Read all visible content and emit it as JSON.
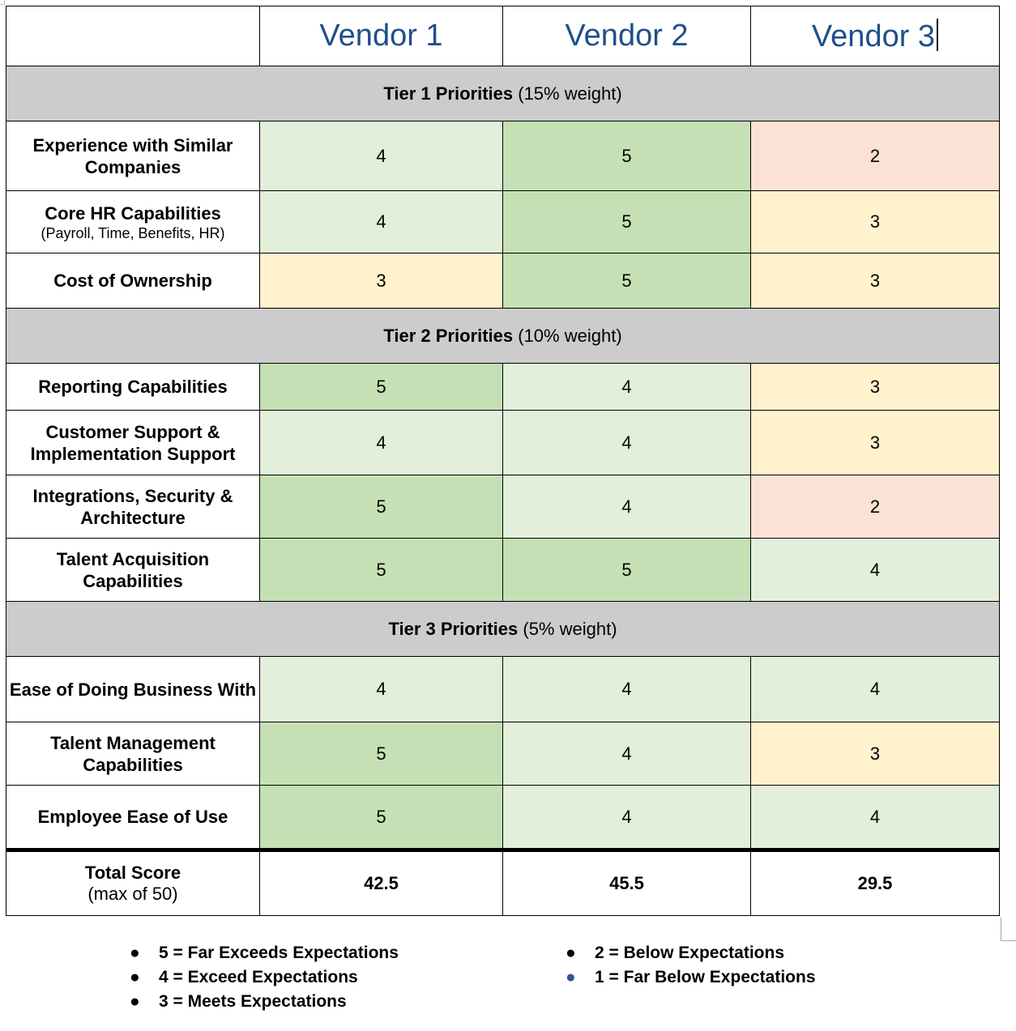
{
  "header": {
    "vendors": [
      "Vendor 1",
      "Vendor 2",
      "Vendor 3"
    ]
  },
  "tiers": [
    {
      "title": "Tier 1 Priorities",
      "weight": "(15% weight)",
      "rows": [
        {
          "label": "Experience with Similar Companies",
          "sub": "",
          "scores": [
            "4",
            "5",
            "2"
          ]
        },
        {
          "label": "Core HR Capabilities",
          "sub": "(Payroll, Time, Benefits, HR)",
          "scores": [
            "4",
            "5",
            "3"
          ]
        },
        {
          "label": "Cost of Ownership",
          "sub": "",
          "scores": [
            "3",
            "5",
            "3"
          ]
        }
      ]
    },
    {
      "title": "Tier 2 Priorities",
      "weight": "(10% weight)",
      "rows": [
        {
          "label": "Reporting Capabilities",
          "sub": "",
          "scores": [
            "5",
            "4",
            "3"
          ]
        },
        {
          "label": "Customer Support & Implementation Support",
          "sub": "",
          "scores": [
            "4",
            "4",
            "3"
          ]
        },
        {
          "label": "Integrations, Security & Architecture",
          "sub": "",
          "scores": [
            "5",
            "4",
            "2"
          ]
        },
        {
          "label": "Talent Acquisition Capabilities",
          "sub": "",
          "scores": [
            "5",
            "5",
            "4"
          ]
        }
      ]
    },
    {
      "title": "Tier 3 Priorities",
      "weight": "(5% weight)",
      "rows": [
        {
          "label": "Ease of Doing Business With",
          "sub": "",
          "scores": [
            "4",
            "4",
            "4"
          ]
        },
        {
          "label": "Talent Management Capabilities",
          "sub": "",
          "scores": [
            "5",
            "4",
            "3"
          ]
        },
        {
          "label": "Employee Ease of Use",
          "sub": "",
          "scores": [
            "5",
            "4",
            "4"
          ]
        }
      ]
    }
  ],
  "total": {
    "label": "Total Score",
    "sub": "(max of 50)",
    "values": [
      "42.5",
      "45.5",
      "29.5"
    ]
  },
  "legend": {
    "left": [
      "5 = Far Exceeds Expectations",
      "4 = Exceed Expectations",
      "3 = Meets Expectations"
    ],
    "right": [
      "2 = Below Expectations",
      "1 = Far Below Expectations"
    ]
  },
  "colors": {
    "score_5": "#c5e0b4",
    "score_4": "#e2efda",
    "score_3": "#fff2cc",
    "score_2": "#fbe2d5",
    "tier_band": "#cccccc",
    "vendor_header": "#1f4e8c"
  }
}
